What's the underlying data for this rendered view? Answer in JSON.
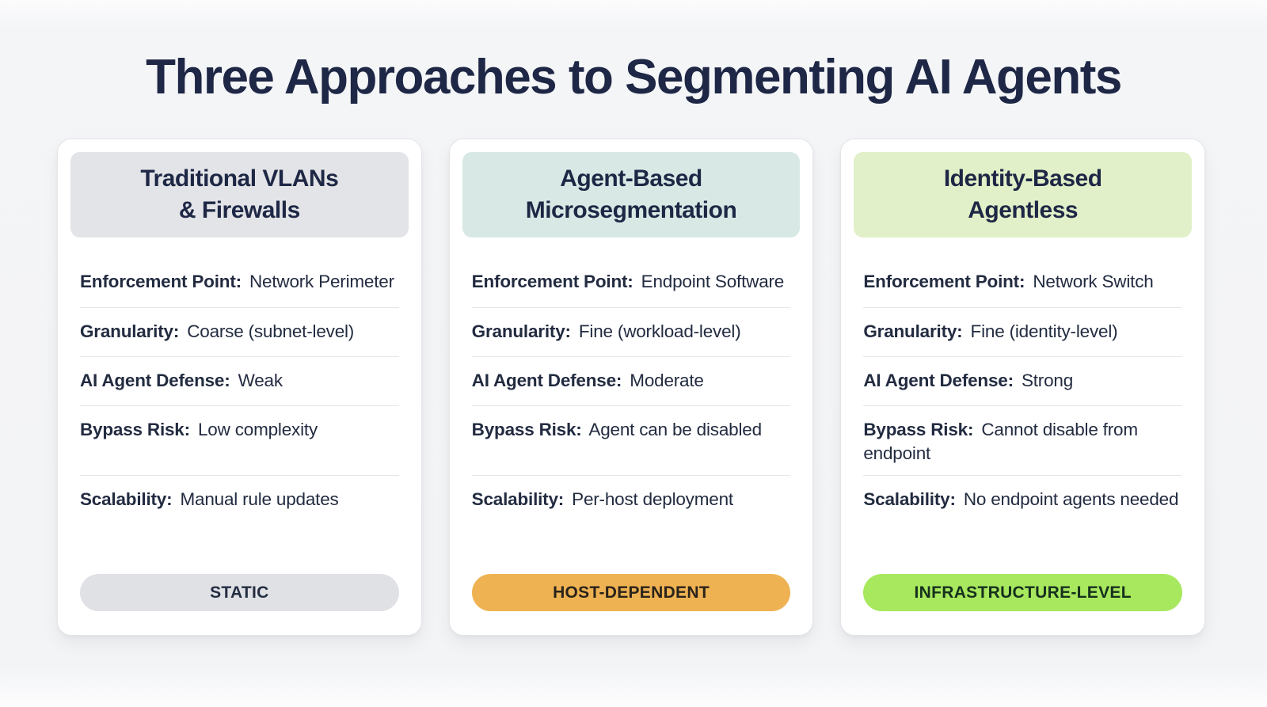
{
  "title": "Three Approaches to Segmenting AI Agents",
  "colors": {
    "page_background": "#f4f5f7",
    "title_text": "#1e2745",
    "card_background": "#ffffff",
    "card_border": "#e4e5e9",
    "divider": "#e5e6e9",
    "body_text": "#222b40"
  },
  "cards": [
    {
      "name": "traditional-vlans-firewalls",
      "title_line1": "Traditional VLANs",
      "title_line2": "& Firewalls",
      "header_bg": "#e3e4e7",
      "rows": [
        {
          "label": "Enforcement Point:",
          "value": "Network Perimeter"
        },
        {
          "label": "Granularity:",
          "value": "Coarse (subnet-level)"
        },
        {
          "label": "AI Agent Defense:",
          "value": "Weak"
        },
        {
          "label": "Bypass Risk:",
          "value": "Low complexity"
        },
        {
          "label": "Scalability:",
          "value": "Manual rule updates"
        }
      ],
      "badge": {
        "label": "STATIC",
        "bg": "#e0e1e5",
        "color": "#232c41"
      }
    },
    {
      "name": "agent-based-microsegmentation",
      "title_line1": "Agent-Based",
      "title_line2": "Microsegmentation",
      "header_bg": "#d8e9e5",
      "rows": [
        {
          "label": "Enforcement Point:",
          "value": "Endpoint Software"
        },
        {
          "label": "Granularity:",
          "value": "Fine (workload-level)"
        },
        {
          "label": "AI Agent Defense:",
          "value": "Moderate"
        },
        {
          "label": "Bypass Risk:",
          "value": "Agent can be disabled"
        },
        {
          "label": "Scalability:",
          "value": "Per-host deployment"
        }
      ],
      "badge": {
        "label": "HOST-DEPENDENT",
        "bg": "#eeb253",
        "color": "#2a231a"
      }
    },
    {
      "name": "identity-based-agentless",
      "title_line1": "Identity-Based",
      "title_line2": "Agentless",
      "header_bg": "#e1f0c8",
      "rows": [
        {
          "label": "Enforcement Point:",
          "value": "Network Switch"
        },
        {
          "label": "Granularity:",
          "value": "Fine (identity-level)"
        },
        {
          "label": "AI Agent Defense:",
          "value": "Strong"
        },
        {
          "label": "Bypass Risk:",
          "value": "Cannot disable from endpoint"
        },
        {
          "label": "Scalability:",
          "value": "No endpoint agents needed"
        }
      ],
      "badge": {
        "label": "INFRASTRUCTURE-LEVEL",
        "bg": "#a7e85e",
        "color": "#16301d"
      }
    }
  ]
}
